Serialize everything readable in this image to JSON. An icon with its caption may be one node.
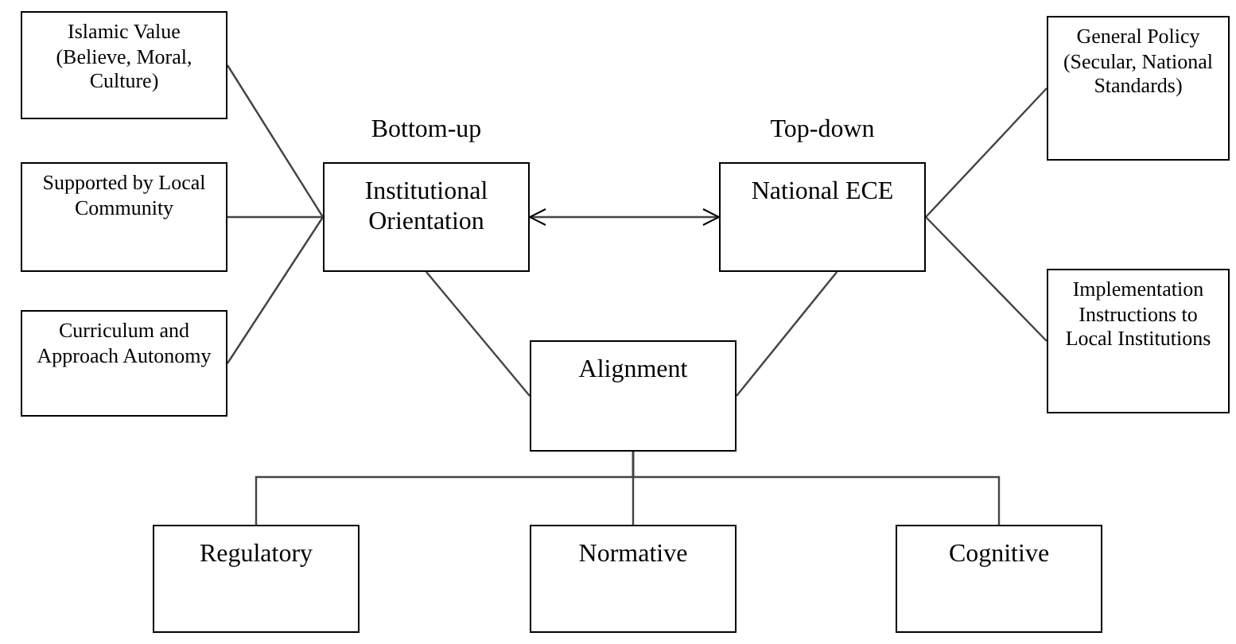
{
  "diagram": {
    "nodes": [
      {
        "text": [
          "Islamic Value (Believe, Moral, Culture)"
        ]
      },
      {
        "text": [
          "Supported by Local Community"
        ]
      },
      {
        "text": [
          "Curriculum and Approach Autonomy"
        ]
      },
      {
        "text": [
          "Institutional Orientation"
        ]
      },
      {
        "text": [
          "National ECE"
        ]
      },
      {
        "text": [
          "General Policy (Secular, National Standards)"
        ]
      },
      {
        "text": [
          "Implementation Instructions to Local Institutions"
        ]
      },
      {
        "text": [
          "Alignment"
        ]
      },
      {
        "text": [
          "Regulatory"
        ]
      },
      {
        "text": [
          "Normative"
        ]
      },
      {
        "text": [
          "Cognitive"
        ]
      }
    ],
    "edges": [
      {
        "from": 0,
        "to": 3,
        "arrow": "none"
      },
      {
        "from": 1,
        "to": 3,
        "arrow": "none"
      },
      {
        "from": 2,
        "to": 3,
        "arrow": "none"
      },
      {
        "from": 3,
        "to": 4,
        "arrow": "both"
      },
      {
        "from": 4,
        "to": 5,
        "arrow": "none"
      },
      {
        "from": 4,
        "to": 6,
        "arrow": "none"
      },
      {
        "from": 3,
        "to": 7,
        "arrow": "none"
      },
      {
        "from": 4,
        "to": 7,
        "arrow": "none"
      },
      {
        "from": 7,
        "to": 8,
        "arrow": "none"
      },
      {
        "from": 7,
        "to": 9,
        "arrow": "none"
      },
      {
        "from": 7,
        "to": 10,
        "arrow": "none"
      }
    ],
    "labels": [
      "Bottom-up",
      "Top-down"
    ]
  }
}
